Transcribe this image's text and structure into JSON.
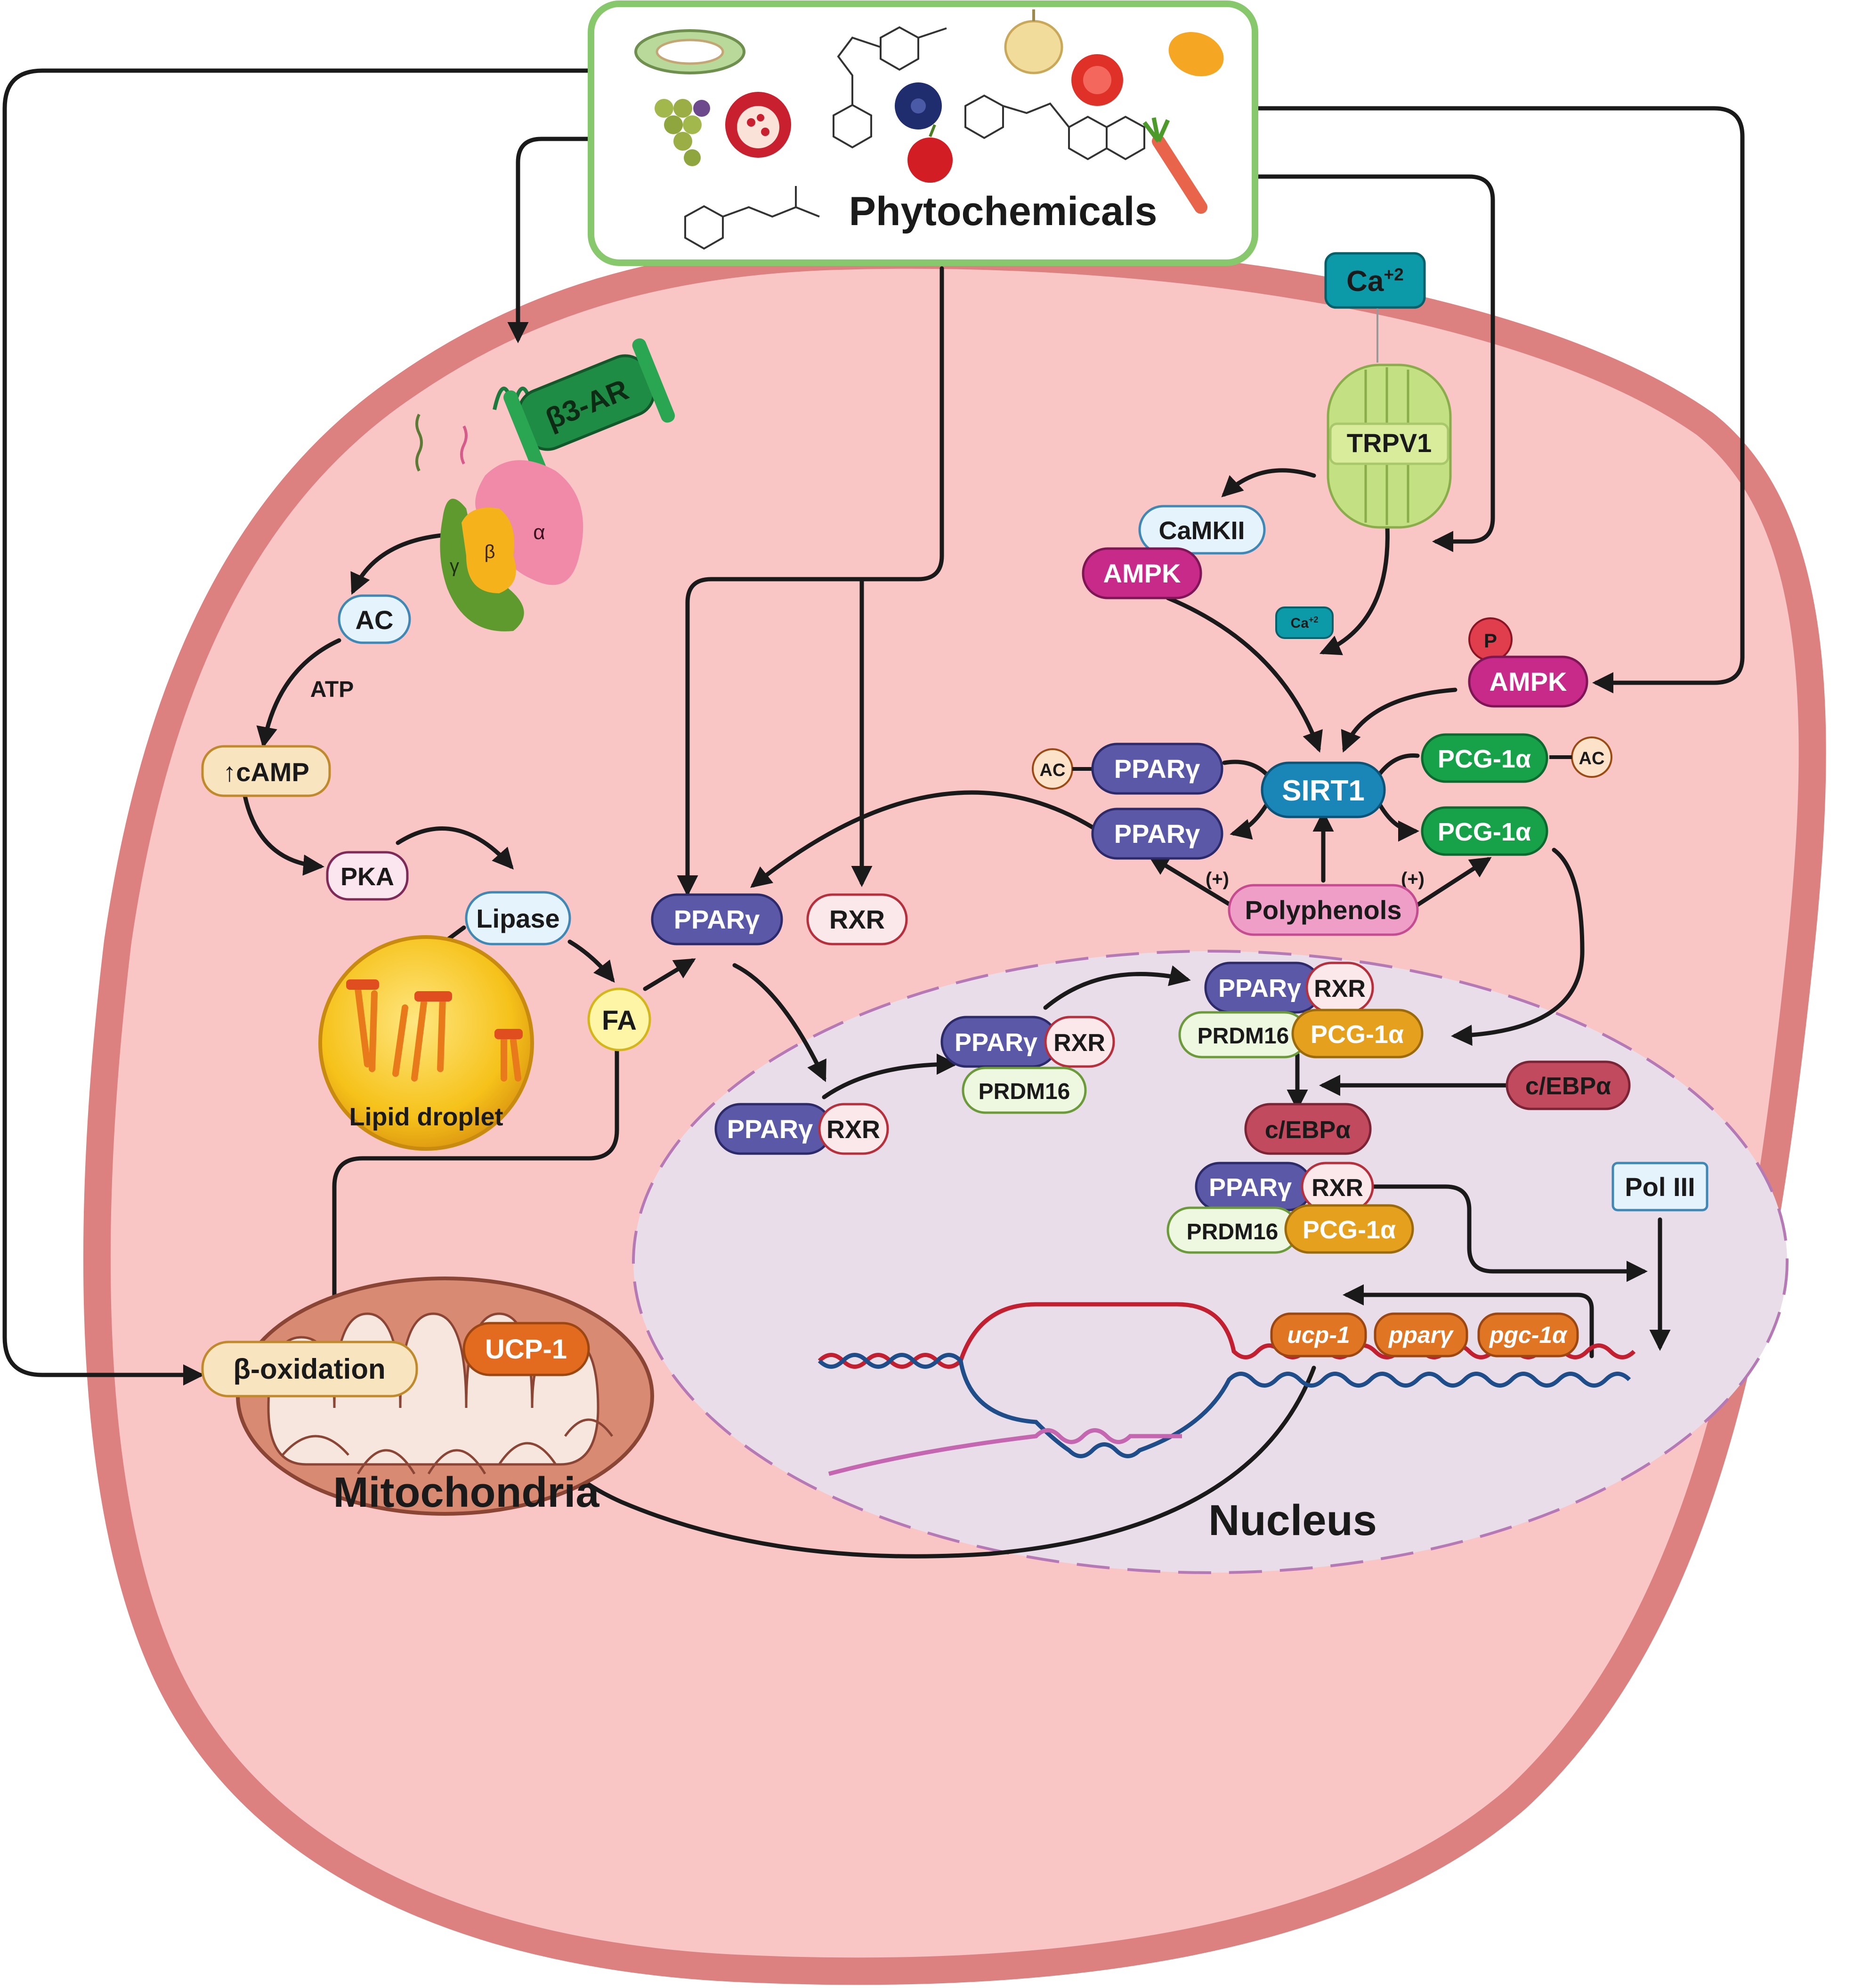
{
  "labels": {
    "phytochemicals": "Phytochemicals",
    "beta3_ar": "β3-AR",
    "g_alpha": "α",
    "g_beta": "β",
    "g_gamma": "γ",
    "ac": "AC",
    "atp": "ATP",
    "camp": "↑cAMP",
    "pka": "PKA",
    "lipase": "Lipase",
    "lipid_droplet": "Lipid droplet",
    "fa": "FA",
    "ppar_gamma_cyto": "PPARγ",
    "rxr_cyto": "RXR",
    "calcium_ext": "Ca+2",
    "calcium_int": "Ca+2",
    "trpv1": "TRPV1",
    "camkii": "CaMKII",
    "ampk_left": "AMPK",
    "ampk_right": "AMPK",
    "phospho": "P",
    "ac_left": "AC",
    "ac_right": "AC",
    "ppar_gamma_ac": "PPARγ",
    "ppar_gamma_deac": "PPARγ",
    "sirt1": "SIRT1",
    "pcg_ac": "PCG-1α",
    "pcg_deac": "PCG-1α",
    "plus_left": "(+)",
    "plus_right": "(+)",
    "polyphenols": "Polyphenols",
    "complex1_ppar": "PPARγ",
    "complex1_rxr": "RXR",
    "complex2_ppar": "PPARγ",
    "complex2_rxr": "RXR",
    "complex2_prdm": "PRDM16",
    "complex3_ppar": "PPARγ",
    "complex3_rxr": "RXR",
    "complex3_prdm": "PRDM16",
    "complex3_pcg": "PCG-1α",
    "cebp_right": "c/EBPα",
    "cebp_center": "c/EBPα",
    "complex4_ppar": "PPARγ",
    "complex4_rxr": "RXR",
    "complex4_prdm": "PRDM16",
    "complex4_pcg": "PCG-1α",
    "pol3": "Pol III",
    "gene_ucp1": "ucp-1",
    "gene_pparg": "pparγ",
    "gene_pgc": "pgc-1α",
    "nucleus": "Nucleus",
    "beta_oxidation": "β-oxidation",
    "ucp1": "UCP-1",
    "mitochondria": "Mitochondria"
  },
  "colors": {
    "cell_fill": "#f9c5c5",
    "cell_border": "#dc8080",
    "nucleus_fill": "#e8dde8",
    "nucleus_border": "#b57ab5",
    "phyto_border": "#86c86b",
    "ppar": "#5b58a8",
    "rxr_fill": "#fbe8ea",
    "rxr_border": "#b5303c",
    "sirt1": "#1a86b8",
    "pcg_green": "#17a24a",
    "pcg_orange": "#e5a01e",
    "ampk": "#c82a89",
    "cebp": "#c14a5e",
    "prdm_fill": "#eef7df",
    "prdm_border": "#6b9a3b",
    "poly_fill": "#ef9fc7",
    "poly_border": "#c54c90",
    "lipase_fill": "#e4f3fc",
    "lipase_border": "#3f87b5",
    "camp_fill": "#f8e4bf",
    "camp_border": "#c08a2c",
    "ucp": "#e26b1f",
    "gene": "#e07524",
    "calcium": "#0c9aa8",
    "trpv1": "#c3e182"
  }
}
